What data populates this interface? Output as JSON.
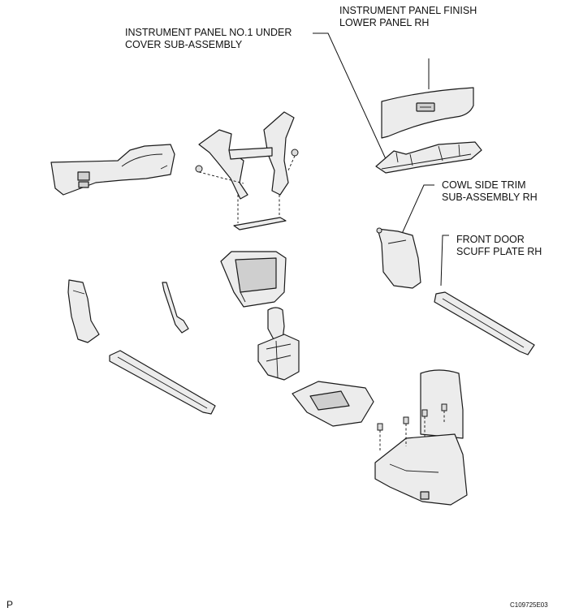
{
  "labels": {
    "finish_lower_panel": [
      "INSTRUMENT PANEL FINISH",
      "LOWER PANEL RH"
    ],
    "under_cover": [
      "INSTRUMENT PANEL NO.1 UNDER",
      "COVER SUB-ASSEMBLY"
    ],
    "cowl_side_trim": [
      "COWL SIDE TRIM",
      "SUB-ASSEMBLY RH"
    ],
    "scuff_plate": [
      "FRONT DOOR",
      "SCUFF PLATE RH"
    ]
  },
  "corner": {
    "page_letter": "P",
    "figure_code": "C109725E03"
  }
}
